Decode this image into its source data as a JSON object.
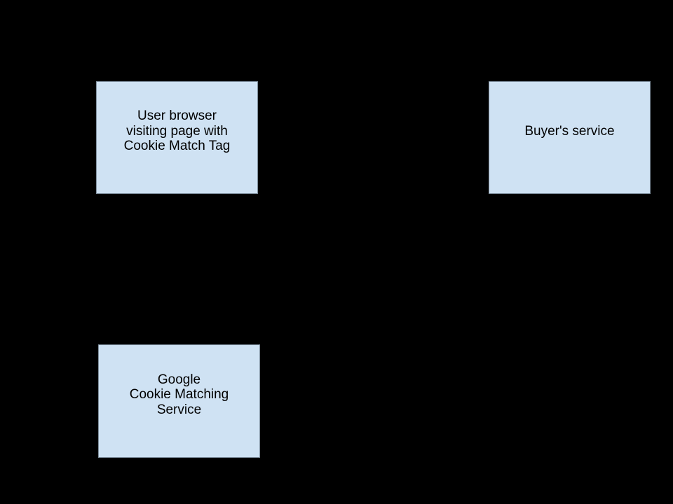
{
  "colors": {
    "background": "#000000",
    "node_fill": "#cfe2f3",
    "node_border": "#7f8f9d",
    "node_text": "#000000"
  },
  "diagram": {
    "type": "flow-diagram",
    "nodes": [
      {
        "id": "user-browser",
        "lines": [
          "User browser",
          "visiting page with",
          "Cookie Match Tag"
        ]
      },
      {
        "id": "buyers-service",
        "lines": [
          "Buyer's service"
        ]
      },
      {
        "id": "google-cookie-matching-service",
        "lines": [
          "Google",
          "Cookie Matching",
          "Service"
        ]
      }
    ]
  }
}
